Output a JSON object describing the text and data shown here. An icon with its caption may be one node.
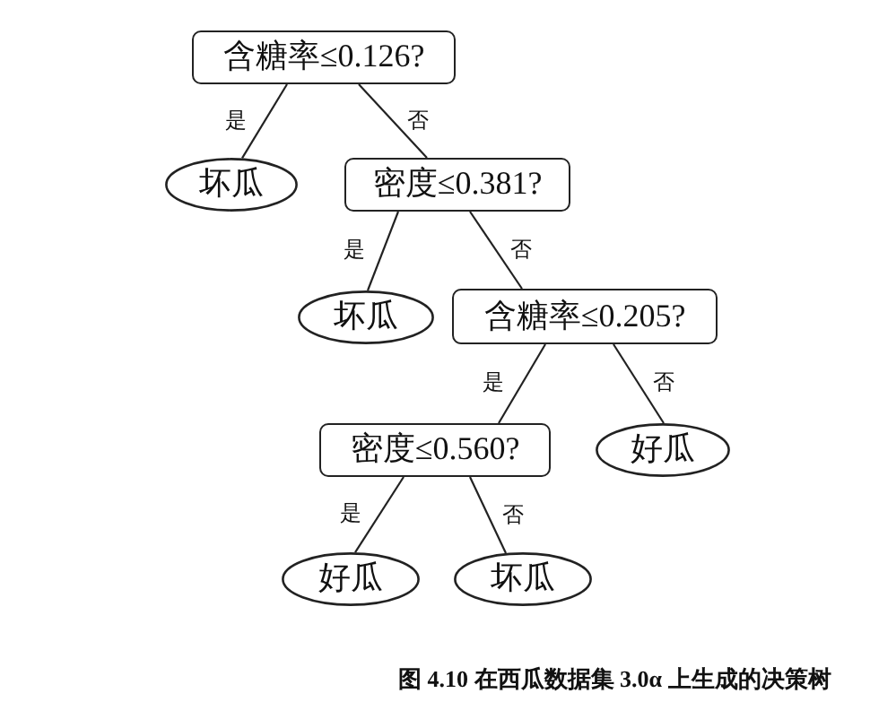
{
  "diagram": {
    "caption": "图 4.10 在西瓜数据集 3.0α 上生成的决策树",
    "nodes": [
      {
        "text": [
          "含糖率≤0.126?"
        ]
      },
      {
        "text": [
          "坏瓜"
        ]
      },
      {
        "text": [
          "密度≤0.381?"
        ]
      },
      {
        "text": [
          "坏瓜"
        ]
      },
      {
        "text": [
          "含糖率≤0.205?"
        ]
      },
      {
        "text": [
          "密度≤0.560?"
        ]
      },
      {
        "text": [
          "好瓜"
        ]
      },
      {
        "text": [
          "好瓜"
        ]
      },
      {
        "text": [
          "坏瓜"
        ]
      }
    ],
    "edges": [
      {
        "from": 0,
        "to": 1,
        "arrow": "none",
        "label": "是"
      },
      {
        "from": 0,
        "to": 2,
        "arrow": "none",
        "label": "否"
      },
      {
        "from": 2,
        "to": 3,
        "arrow": "none",
        "label": "是"
      },
      {
        "from": 2,
        "to": 4,
        "arrow": "none",
        "label": "否"
      },
      {
        "from": 4,
        "to": 5,
        "arrow": "none",
        "label": "是"
      },
      {
        "from": 4,
        "to": 6,
        "arrow": "none",
        "label": "否"
      },
      {
        "from": 5,
        "to": 7,
        "arrow": "none",
        "label": "是"
      },
      {
        "from": 5,
        "to": 8,
        "arrow": "none",
        "label": "否"
      }
    ]
  }
}
